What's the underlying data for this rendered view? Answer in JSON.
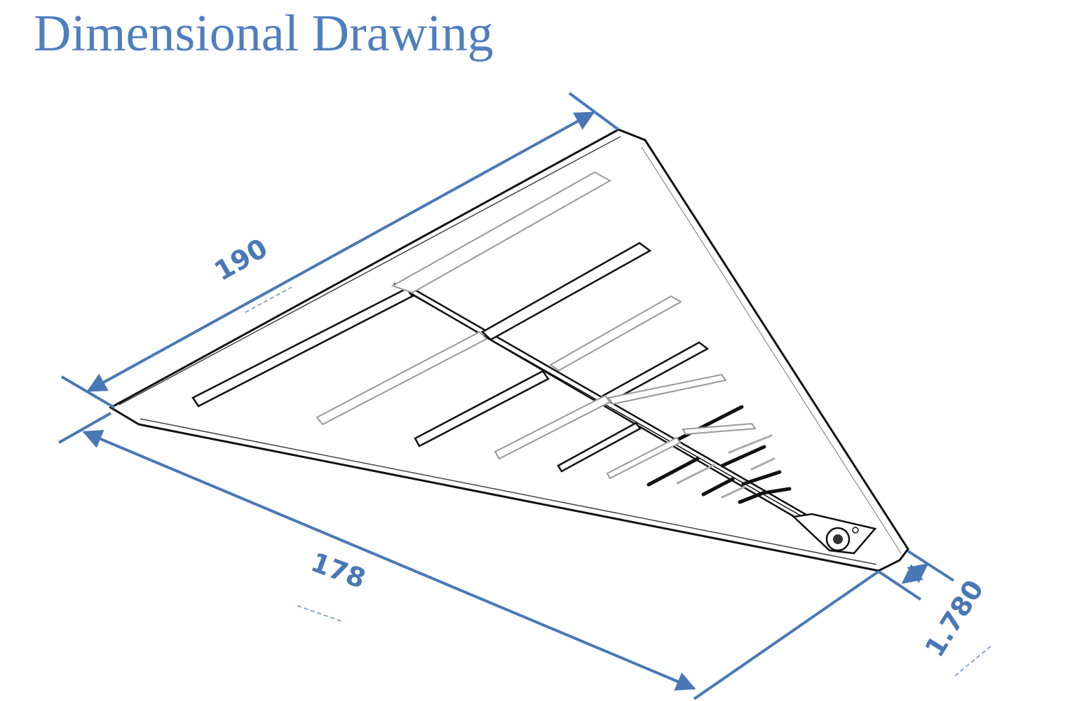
{
  "title": "Dimensional Drawing",
  "colors": {
    "title": "#4f7ebf",
    "dimension": "#4a78b6",
    "outline": "#111111",
    "element_light": "#999999",
    "background": "#ffffff"
  },
  "dimensions": {
    "length_top": "190",
    "length_bottom": "178",
    "thickness": "1.780"
  }
}
